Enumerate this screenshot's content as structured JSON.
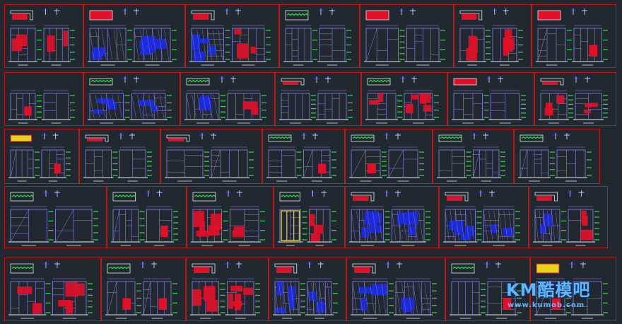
{
  "watermark": {
    "logo_text": "KM酷模吧",
    "url_text": "www.kumob.com"
  },
  "colors": {
    "background": "#212830",
    "frame_border": "#c01818",
    "linework": "#8d86e8",
    "fill_red": "#e0102a",
    "fill_blue": "#1c2be0",
    "annotation_green": "#27d63a",
    "annotation_yellow": "#e8d21c",
    "white": "#e8e8f0",
    "watermark": "#5fb6ff"
  },
  "rows": [
    {
      "panels": [
        {
          "style": "red",
          "plan": "L"
        },
        {
          "style": "blue",
          "plan": "flat"
        },
        {
          "style": "mixed",
          "plan": "L"
        },
        {
          "style": "lines",
          "plan": "green"
        },
        {
          "style": "lines",
          "plan": "flat"
        },
        {
          "style": "red",
          "plan": "L"
        },
        {
          "style": "lines",
          "plan": "flat"
        }
      ]
    },
    {
      "panels": [
        {
          "style": "lines",
          "plan": "none"
        },
        {
          "style": "blue",
          "plan": "green"
        },
        {
          "style": "mixed",
          "plan": "green"
        },
        {
          "style": "lines",
          "plan": "L"
        },
        {
          "style": "red",
          "plan": "green"
        },
        {
          "style": "lines",
          "plan": "flat"
        },
        {
          "style": "red",
          "plan": "L"
        }
      ]
    },
    {
      "panels": [
        {
          "style": "lines",
          "plan": "yellow"
        },
        {
          "style": "lines",
          "plan": "L"
        },
        {
          "style": "lines",
          "plan": "L"
        },
        {
          "style": "lines",
          "plan": "green"
        },
        {
          "style": "lines",
          "plan": "green"
        },
        {
          "style": "lines",
          "plan": "green"
        },
        {
          "style": "lines",
          "plan": "green"
        }
      ]
    },
    {
      "panels": [
        {
          "style": "lines",
          "plan": "green"
        },
        {
          "style": "lines",
          "plan": "green"
        },
        {
          "style": "red",
          "plan": "green"
        },
        {
          "style": "yellow",
          "plan": "green"
        },
        {
          "style": "blue",
          "plan": "L"
        },
        {
          "style": "blue",
          "plan": "L"
        },
        {
          "style": "mixed",
          "plan": "L"
        }
      ]
    },
    {
      "panels": [
        {
          "style": "red",
          "plan": "green"
        },
        {
          "style": "lines",
          "plan": "green"
        },
        {
          "style": "red",
          "plan": "L"
        },
        {
          "style": "blue",
          "plan": "L"
        },
        {
          "style": "blue",
          "plan": "L"
        },
        {
          "style": "lines",
          "plan": "green"
        },
        {
          "style": "lines",
          "plan": "yellow"
        }
      ]
    }
  ]
}
